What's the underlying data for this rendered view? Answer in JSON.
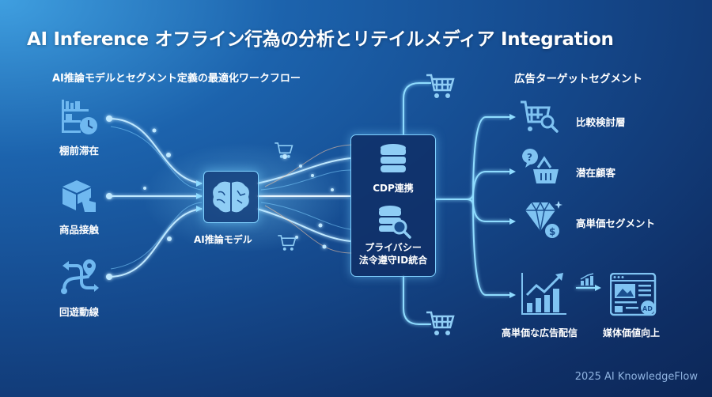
{
  "header": {
    "title": "AI Inference オフライン行為の分析とリテイルメディア Integration",
    "left_subtitle": "AI推論モデルとセグメント定義の最適化ワークフロー",
    "right_subtitle": "広告ターゲットセグメント"
  },
  "inputs": [
    {
      "label": "棚前滞在",
      "icon": "shelf-clock-icon"
    },
    {
      "label": "商品接触",
      "icon": "box-hand-icon"
    },
    {
      "label": "回遊動線",
      "icon": "route-pin-icon"
    }
  ],
  "model": {
    "label": "AI推論モデル",
    "icon": "brain-icon"
  },
  "cdp": {
    "items": [
      {
        "label": "CDP連携",
        "icon": "database-icon"
      },
      {
        "label_line1": "プライバシー",
        "label_line2": "法令遵守ID統合",
        "icon": "database-search-icon"
      }
    ]
  },
  "segments": [
    {
      "label": "比較検討層",
      "icon": "cart-search-icon"
    },
    {
      "label": "潜在顧客",
      "icon": "basket-question-icon"
    },
    {
      "label": "高単価セグメント",
      "icon": "diamond-dollar-icon"
    }
  ],
  "outcomes": [
    {
      "label": "高単価な広告配信",
      "icon": "growth-chart-icon"
    },
    {
      "label": "媒体価値向上",
      "icon": "ad-media-icon"
    }
  ],
  "footer": {
    "text": "2025 AI KnowledgeFlow"
  },
  "colors": {
    "accent": "#7fd0ff",
    "icon": "#6fb8f0",
    "bg_dark": "#0c2758",
    "bg_light": "#3f9fe0"
  }
}
